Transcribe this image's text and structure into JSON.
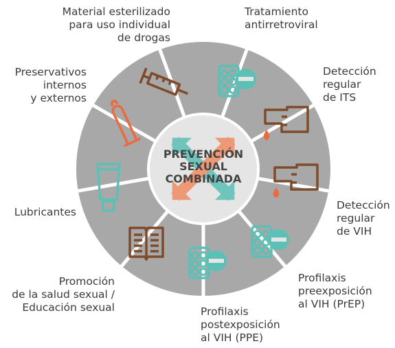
{
  "center": {
    "title": "PREVENCIÓN\nSEXUAL\nCOMBINADA"
  },
  "segments": [
    {
      "label": "Material esterilizado\npara uso individual\nde drogas",
      "icon": "syringe-icon"
    },
    {
      "label": "Tratamiento\nantirretroviral",
      "icon": "pills-icon"
    },
    {
      "label": "Detección\nregular\nde ITS",
      "icon": "hand-drop-icon"
    },
    {
      "label": "Detección\nregular\nde VIH",
      "icon": "hand-drop-icon"
    },
    {
      "label": "Profilaxis\npreexposición\nal VIH (PrEP)",
      "icon": "pills-icon"
    },
    {
      "label": "Profilaxis\npostexposición\nal VIH (PPE)",
      "icon": "pills-icon"
    },
    {
      "label": "Promoción\nde la salud sexual /\nEducación sexual",
      "icon": "book-icon"
    },
    {
      "label": "Lubricantes",
      "icon": "lubricant-tube-icon"
    },
    {
      "label": "Preservativos\ninternos\ny externos",
      "icon": "condom-icon"
    }
  ],
  "colors": {
    "ring": "#a9a8a8",
    "divider": "#ffffff",
    "center": "#e5e5e5",
    "teal": "#5bc0b6",
    "brown": "#7e4a2a",
    "salmon": "#f08c63",
    "orange": "#ec6a40",
    "text": "#3a3a3a"
  }
}
